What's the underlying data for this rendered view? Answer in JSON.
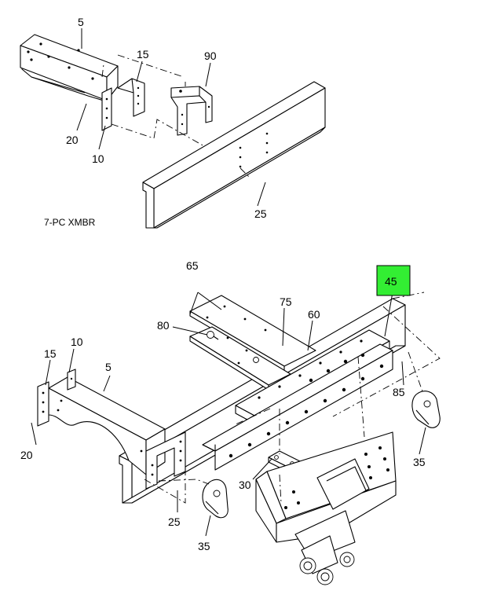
{
  "diagram": {
    "caption": "7-PC XMBR",
    "highlight_color": "#33ee33",
    "callouts": {
      "c5_top": "5",
      "c15_top": "15",
      "c90": "90",
      "c20_top": "20",
      "c10_top": "10",
      "c25_top": "25",
      "c65": "65",
      "c75": "75",
      "c80": "80",
      "c60": "60",
      "c45": "45",
      "c10_bot": "10",
      "c15_bot": "15",
      "c5_bot": "5",
      "c85": "85",
      "c20_bot": "20",
      "c35_right": "35",
      "c30": "30",
      "c25_bot": "25",
      "c35_bot": "35"
    }
  }
}
